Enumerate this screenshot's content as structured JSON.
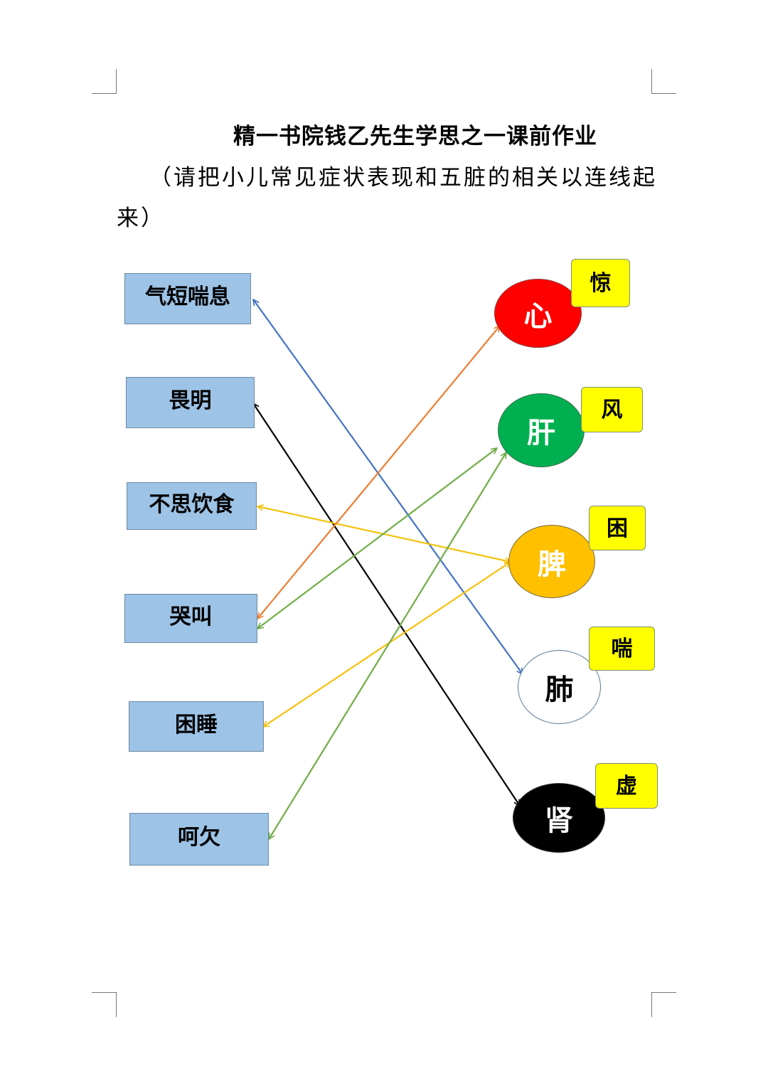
{
  "title": "精一书院钱乙先生学思之一课前作业",
  "subtitle": "（请把小儿常见症状表现和五脏的相关以连线起来）",
  "symptoms": [
    {
      "label": "气短喘息"
    },
    {
      "label": "畏明"
    },
    {
      "label": "不思饮食"
    },
    {
      "label": "哭叫"
    },
    {
      "label": "困睡"
    },
    {
      "label": "呵欠"
    }
  ],
  "organs": [
    {
      "label": "心",
      "fill": "#ff0000",
      "text_color": "#ffffff",
      "badge": "惊"
    },
    {
      "label": "肝",
      "fill": "#00b050",
      "text_color": "#ffffff",
      "badge": "风"
    },
    {
      "label": "脾",
      "fill": "#ffc000",
      "text_color": "#ffffff",
      "badge": "困"
    },
    {
      "label": "肺",
      "fill": "#ffffff",
      "text_color": "#000000",
      "badge": "喘"
    },
    {
      "label": "肾",
      "fill": "#000000",
      "text_color": "#ffffff",
      "badge": "虚"
    }
  ],
  "connections": [
    {
      "symptom": "气短喘息",
      "organ": "肺",
      "color": "#4472c4"
    },
    {
      "symptom": "畏明",
      "organ": "肾",
      "color": "#000000"
    },
    {
      "symptom": "不思饮食",
      "organ": "脾",
      "color": "#f4c20d"
    },
    {
      "symptom": "哭叫",
      "organ": "心",
      "color": "#ed7d31"
    },
    {
      "symptom": "哭叫",
      "organ": "肝",
      "color": "#70ad47"
    },
    {
      "symptom": "困睡",
      "organ": "脾",
      "color": "#f4c20d"
    },
    {
      "symptom": "呵欠",
      "organ": "肝",
      "color": "#70ad47"
    }
  ],
  "badge_color": "#ffff00",
  "symptom_box_color": "#9dc3e6"
}
